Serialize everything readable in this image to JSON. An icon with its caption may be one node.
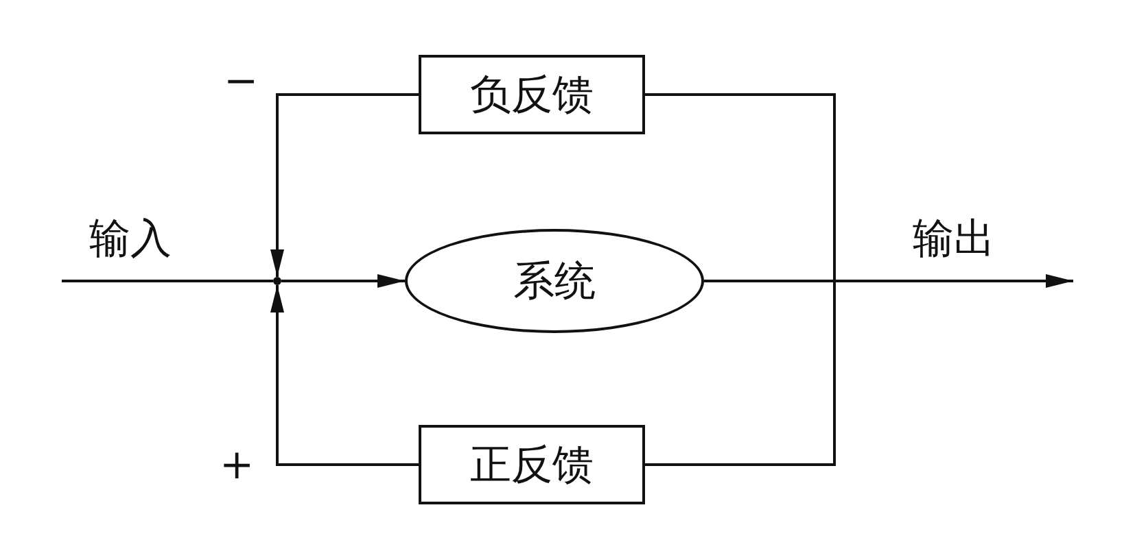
{
  "diagram": {
    "nodes": [
      {
        "text": [
          "负反馈"
        ]
      },
      {
        "text": [
          "系统"
        ]
      },
      {
        "text": [
          "正反馈"
        ]
      },
      {
        "text": [],
        "shape": "point"
      }
    ],
    "edges": [
      {
        "from": null,
        "to": 3,
        "arrow": "none",
        "label": "输入"
      },
      {
        "from": 3,
        "to": 1,
        "arrow": "to"
      },
      {
        "from": 0,
        "to": 3,
        "arrow": "to"
      },
      {
        "from": 2,
        "to": 3,
        "arrow": "to"
      },
      {
        "from": 1,
        "to": null,
        "arrow": "to",
        "label": "输出"
      },
      {
        "from": 1,
        "to": 0,
        "arrow": "none"
      },
      {
        "from": 1,
        "to": 2,
        "arrow": "none"
      }
    ],
    "labels": [
      "−",
      "+"
    ]
  }
}
